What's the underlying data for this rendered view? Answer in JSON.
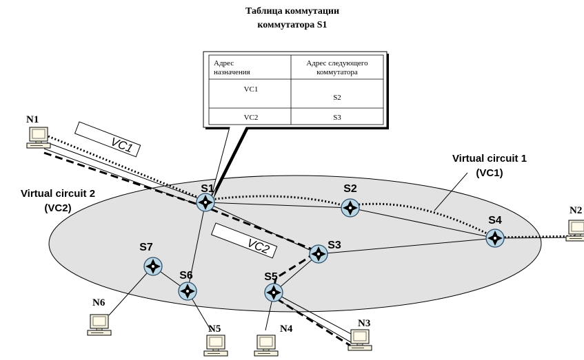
{
  "table": {
    "title_line1": "Таблица коммутации",
    "title_line2": "коммутатора S1",
    "header_dest_line1": "Адрес",
    "header_dest_line2": "назначения",
    "header_next_line1": "Адрес следующего",
    "header_next_line2": "коммутатора",
    "rows": [
      {
        "dest": "VC1",
        "next": "S2"
      },
      {
        "dest": "VC2",
        "next": "S3"
      }
    ]
  },
  "labels": {
    "vc1_line1": "Virtual circuit 1",
    "vc1_line2": "(VC1)",
    "vc2_line1": "Virtual circuit 2",
    "vc2_line2": "(VC2)",
    "tag_vc1": "VC1",
    "tag_vc2": "VC2"
  },
  "switches": [
    "S1",
    "S2",
    "S3",
    "S4",
    "S5",
    "S6",
    "S7"
  ],
  "nodes": [
    "N1",
    "N2",
    "N3",
    "N4",
    "N5",
    "N6"
  ]
}
